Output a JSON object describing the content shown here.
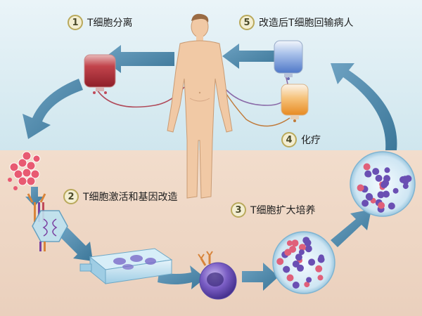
{
  "steps": [
    {
      "number": "1",
      "label": "T细胞分离"
    },
    {
      "number": "2",
      "label": "T细胞激活和基因改造"
    },
    {
      "number": "3",
      "label": "T细胞扩大培养"
    },
    {
      "number": "4",
      "label": "化疗"
    },
    {
      "number": "5",
      "label": "改造后T细胞回输病人"
    }
  ],
  "colors": {
    "sky_top": "#eaf4f8",
    "sky_bottom": "#cfe6ee",
    "ground_top": "#f2ddcc",
    "ground_bottom": "#ead0bd",
    "arrow": "#4a86a8",
    "skin": "#f1c9a5",
    "blood": "#b9313a",
    "modified_cells": "#6b8fd4",
    "chemo": "#f0a23a",
    "cell_purple": "#6a4fb3",
    "cell_pink": "#e0607a"
  }
}
